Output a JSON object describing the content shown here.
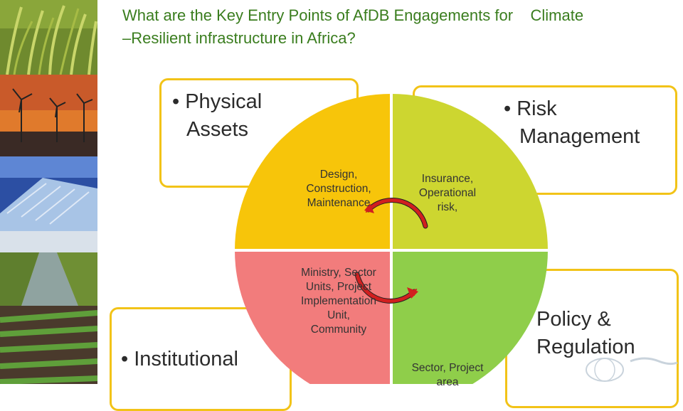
{
  "title": {
    "line1_a": "What are the Key Entry Points of AfDB Engagements for",
    "line1_b": "Climate",
    "line2": "–Resilient infrastructure in Africa?"
  },
  "cards": {
    "physical_assets": {
      "bullet": "•",
      "line1": "Physical",
      "line2": "Assets"
    },
    "risk_management": {
      "bullet": "•",
      "line1": "Risk",
      "line2": "Management"
    },
    "institutional": {
      "bullet": "•",
      "line1": "Institutional"
    },
    "policy_regulation": {
      "line1": "Policy &",
      "line2": "Regulation"
    }
  },
  "quadrants": {
    "top_left": {
      "line1": "Design,",
      "line2": "Construction,",
      "line3": "Maintenance",
      "color": "#f7c50a"
    },
    "top_right": {
      "line1": "Insurance,",
      "line2": "Operational",
      "line3": "risk,",
      "color": "#cdd630"
    },
    "bottom_left": {
      "line1": "Ministry, Sector",
      "line2": "Units, Project",
      "line3": "Implementation",
      "line4": "Unit,",
      "line5": "Community",
      "color": "#f27c7c"
    },
    "bottom_right": {
      "line1": "Sector, Project",
      "line2": "area",
      "color": "#8fce4a"
    }
  },
  "colors": {
    "title": "#3a7d1e",
    "card_border": "#f2c318",
    "cycle_arrow": "#d11f1f"
  },
  "icons": {
    "cycle": "circular-arrows-icon",
    "logo": "afdb-logo"
  }
}
